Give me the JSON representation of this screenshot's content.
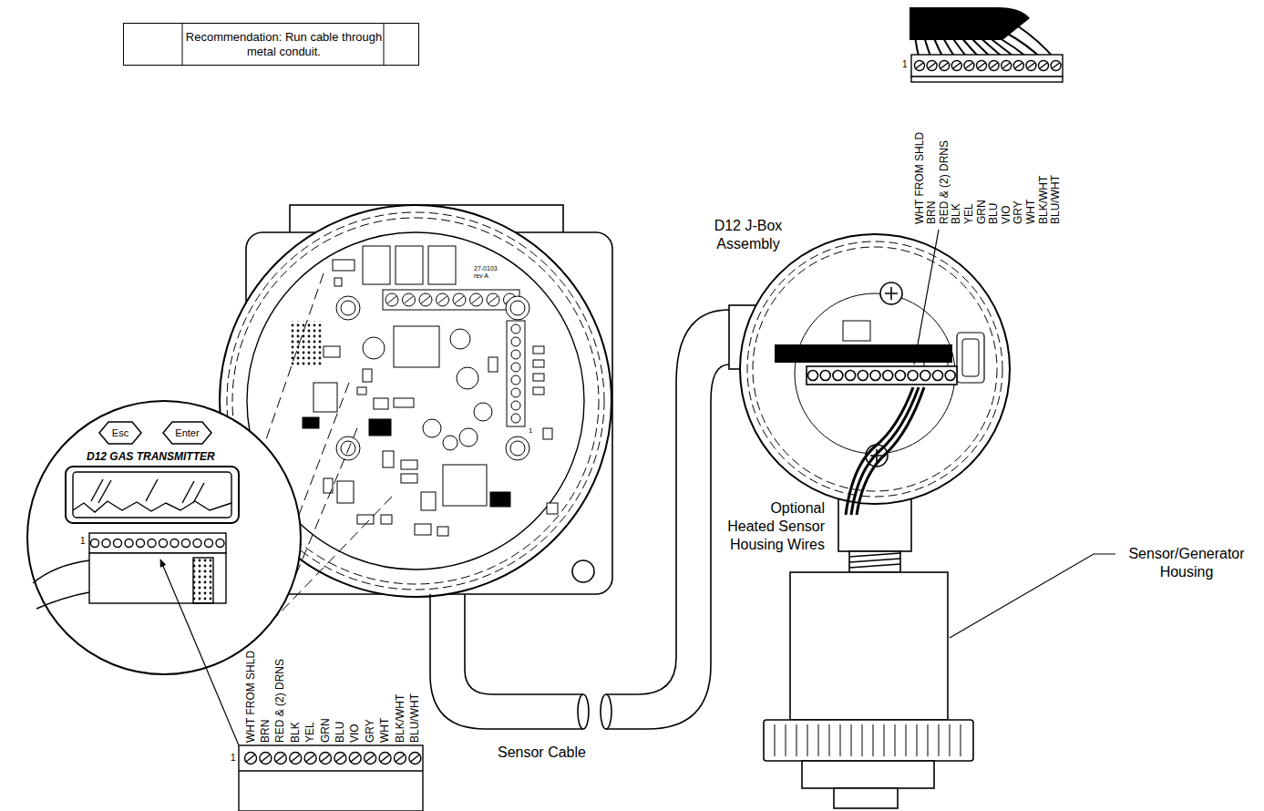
{
  "diagram": {
    "nodes": [
      {
        "text": [
          "Recommendation: Run cable through metal conduit."
        ]
      },
      {
        "text": [
          "Esc"
        ]
      },
      {
        "text": [
          "Enter"
        ]
      }
    ],
    "labels": [
      "D12 J-Box Assembly",
      "Optional Heated Sensor Housing Wires",
      "Sensor/Generator Housing",
      "Sensor Cable",
      "D12 GAS TRANSMITTER",
      "27-0103 rev A",
      "1",
      "1",
      "1",
      "WHT FROM SHLD",
      "BRN",
      "RED & (2) DRNS",
      "BLK",
      "YEL",
      "GRN",
      "BLU",
      "VIO",
      "GRY",
      "WHT",
      "BLK/WHT",
      "BLU/WHT",
      "1",
      "WHT FROM SHLD",
      "BRN",
      "RED & (2) DRNS",
      "BLK",
      "YEL",
      "GRN",
      "BLU",
      "VIO",
      "GRY",
      "WHT",
      "BLK/WHT",
      "BLU/WHT"
    ]
  }
}
